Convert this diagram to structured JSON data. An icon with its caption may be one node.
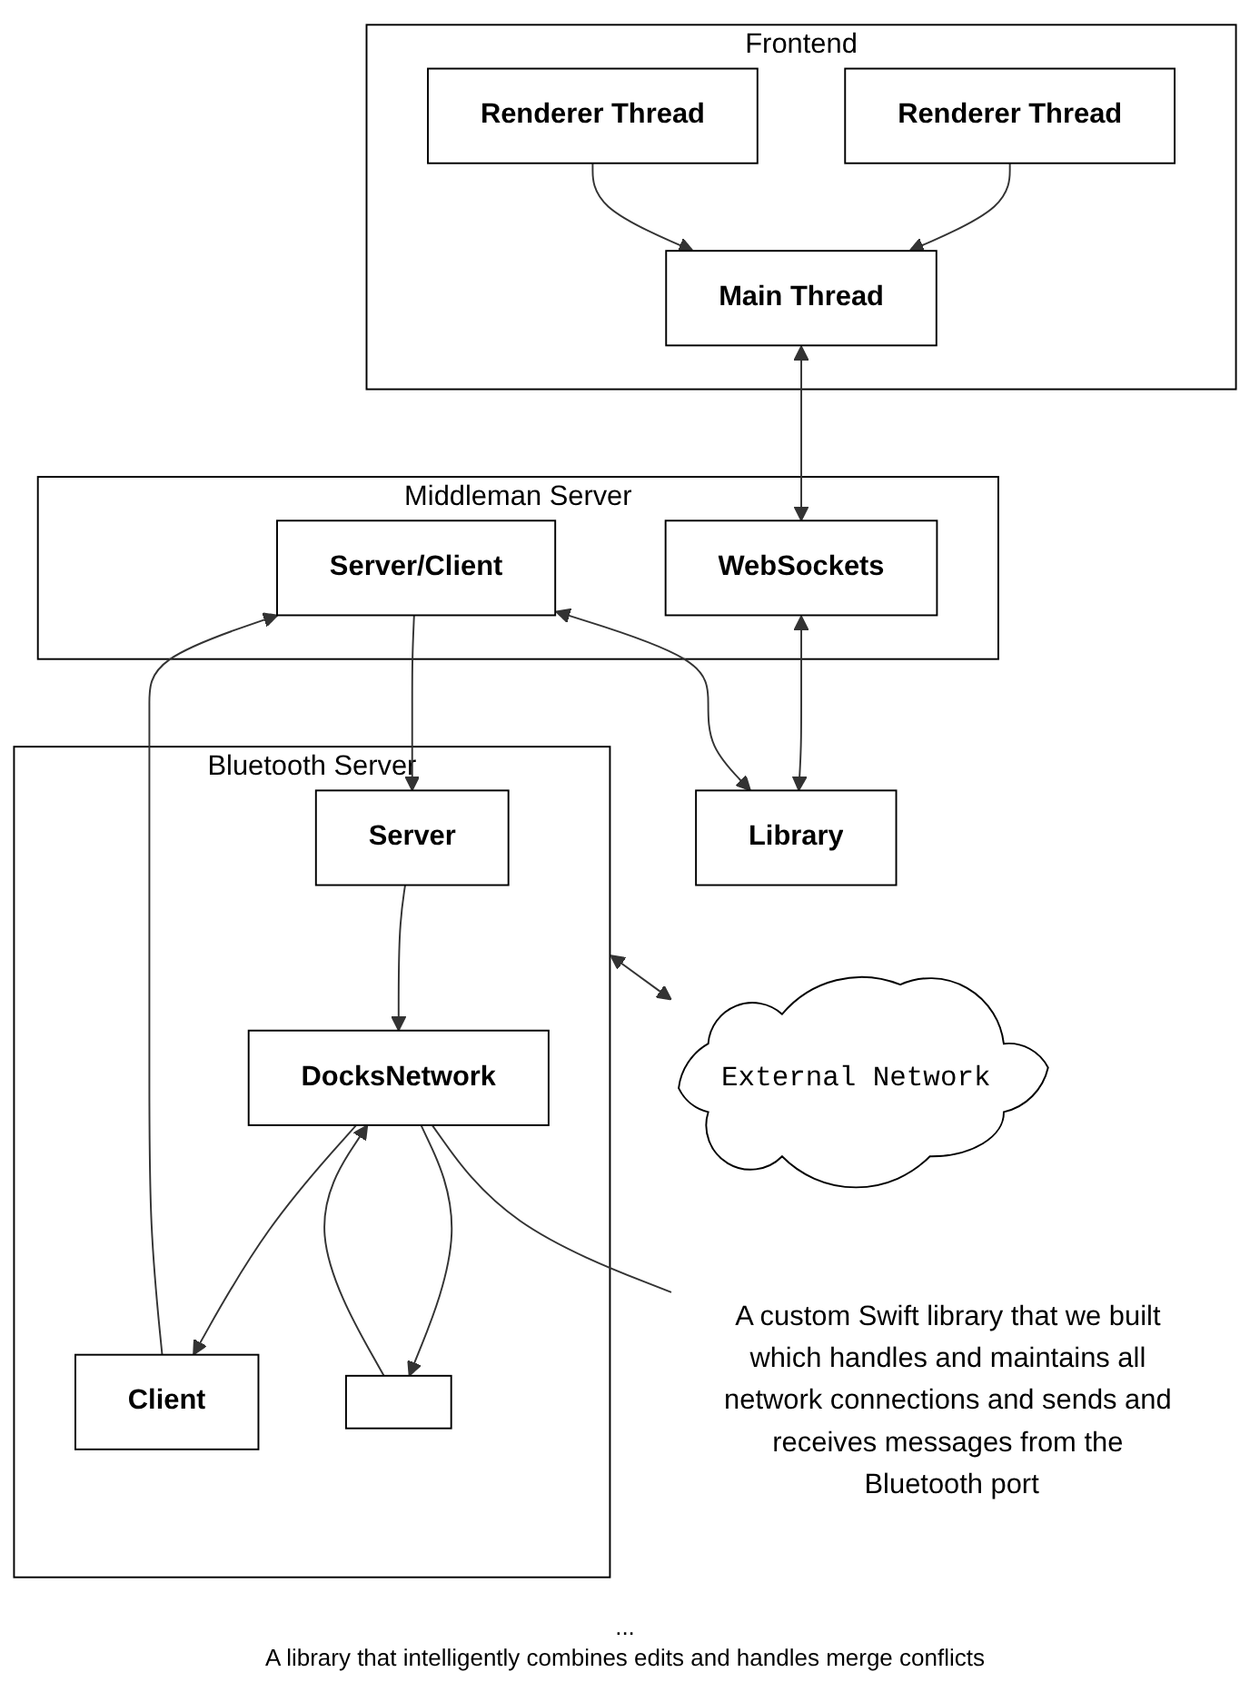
{
  "diagram": {
    "nodes": [
      {
        "text": [
          "Frontend"
        ]
      },
      {
        "text": [
          "Renderer Thread"
        ],
        "in": 0
      },
      {
        "text": [
          "Renderer Thread"
        ],
        "in": 0
      },
      {
        "text": [
          "Main Thread"
        ],
        "in": 0
      },
      {
        "text": [
          "Middleman Server"
        ]
      },
      {
        "text": [
          "WebSockets"
        ],
        "in": 4
      },
      {
        "text": [
          "Server/Client"
        ],
        "in": 4
      },
      {
        "text": [
          "Library"
        ]
      },
      {
        "text": [
          "Bluetooth Server"
        ]
      },
      {
        "text": [
          "Server"
        ],
        "in": 8
      },
      {
        "text": [
          "Client"
        ],
        "in": 8
      },
      {
        "text": [
          "DocksNetwork"
        ],
        "in": 8
      },
      {
        "text": [],
        "shape": "box",
        "in": 8
      },
      {
        "text": [
          "A custom Swift library that we built which handles and maintains all network connections and sends and receives messages from the Bluetooth port"
        ]
      },
      {
        "text": [
          "External Network"
        ]
      }
    ],
    "edges": [
      {
        "from": 1,
        "to": 3,
        "arrow": "to"
      },
      {
        "from": 2,
        "to": 3,
        "arrow": "to"
      },
      {
        "from": 3,
        "to": 5,
        "arrow": "both"
      },
      {
        "from": 5,
        "to": 7,
        "arrow": "both"
      },
      {
        "from": 6,
        "to": 7,
        "arrow": "both"
      },
      {
        "from": 6,
        "to": 9,
        "arrow": "to"
      },
      {
        "from": 10,
        "to": 6,
        "arrow": "to"
      },
      {
        "from": 9,
        "to": 11,
        "arrow": "to"
      },
      {
        "from": 11,
        "to": 10,
        "arrow": "to"
      },
      {
        "from": 11,
        "to": 12,
        "arrow": "to"
      },
      {
        "from": 12,
        "to": 11,
        "arrow": "to"
      },
      {
        "from": 11,
        "to": 13,
        "arrow": "none"
      },
      {
        "from": 8,
        "to": 14,
        "arrow": "both"
      }
    ],
    "labels": [
      "...",
      "A library that intelligently combines edits and handles merge conflicts"
    ]
  }
}
